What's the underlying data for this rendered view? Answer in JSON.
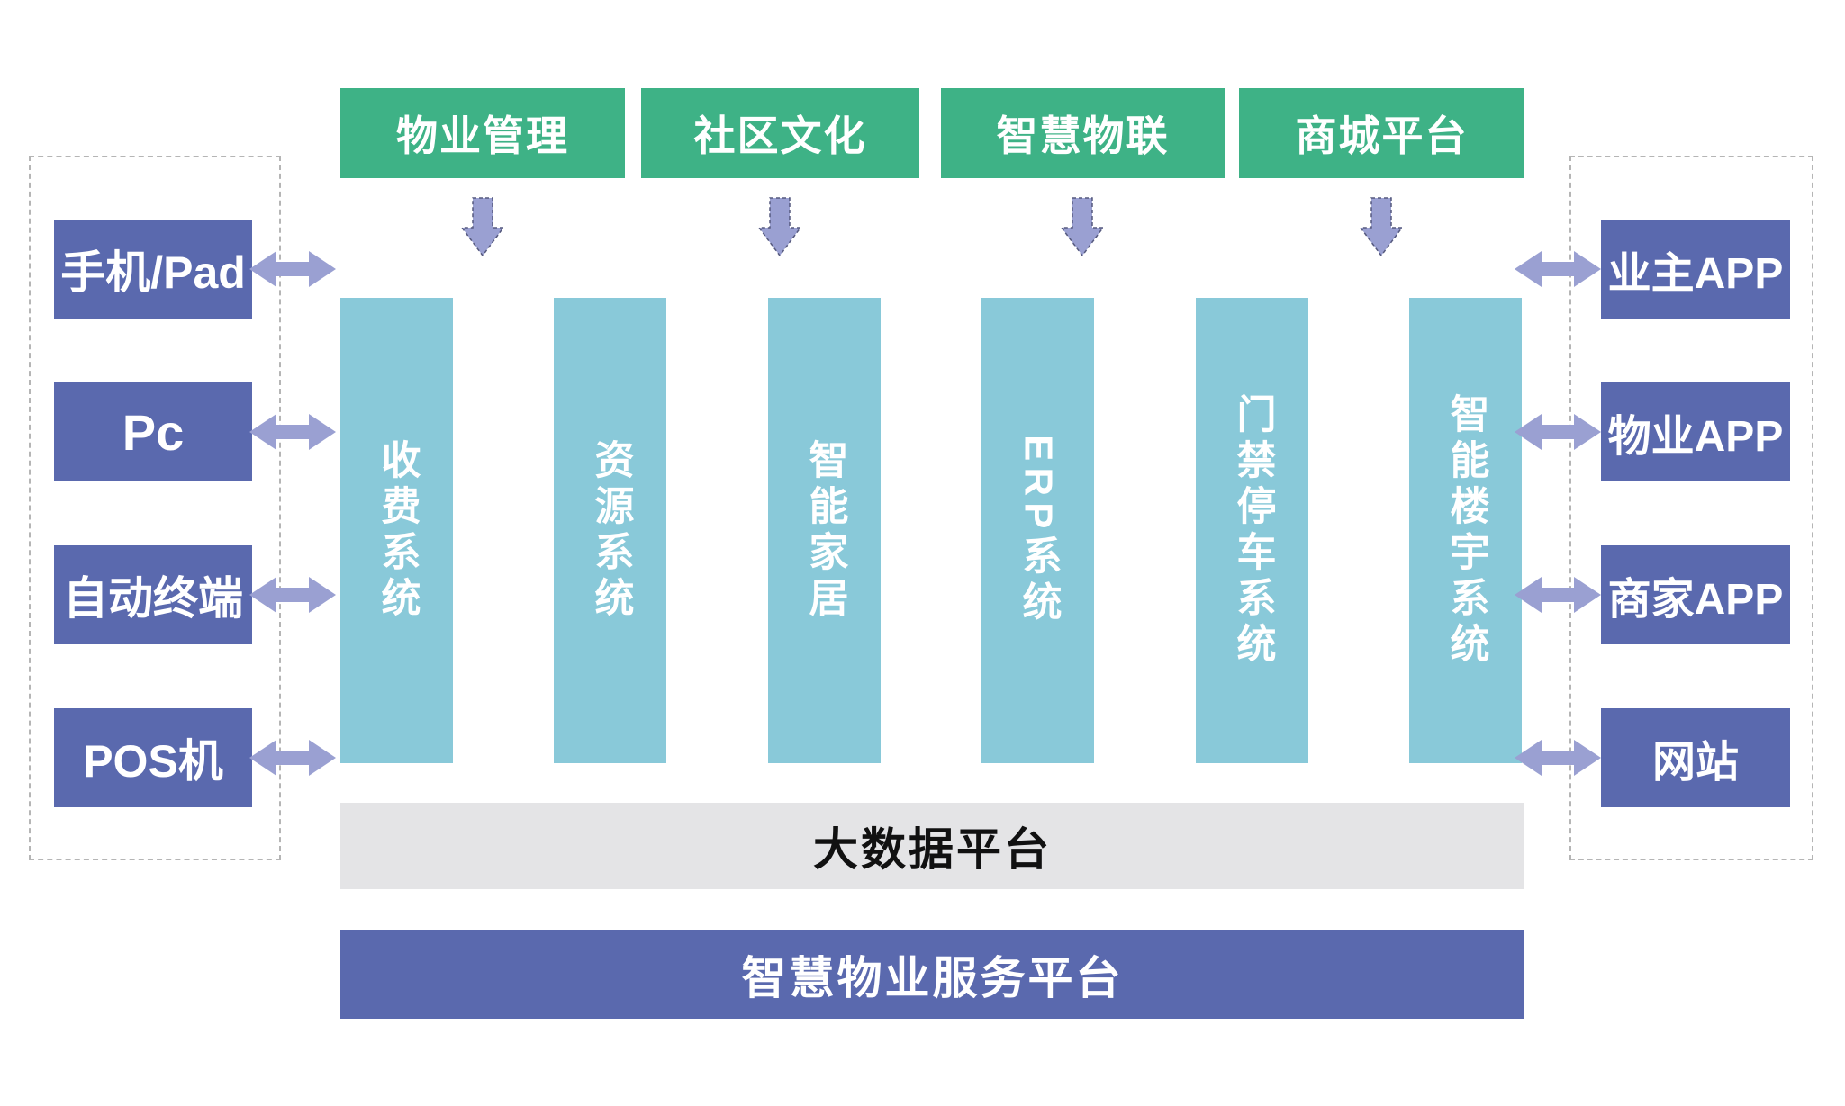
{
  "top_modules": [
    {
      "label": "物业管理"
    },
    {
      "label": "社区文化"
    },
    {
      "label": "智慧物联"
    },
    {
      "label": "商城平台"
    }
  ],
  "terminals": [
    {
      "label": "手机/Pad"
    },
    {
      "label": "Pc"
    },
    {
      "label": "自动终端"
    },
    {
      "label": "POS机"
    }
  ],
  "systems": [
    {
      "label": "收费系统"
    },
    {
      "label": "资源系统"
    },
    {
      "label": "智能家居"
    },
    {
      "label": "ERP系统"
    },
    {
      "label": "门禁停车系统"
    },
    {
      "label": "智能楼宇系统"
    }
  ],
  "apps": [
    {
      "label": "业主APP"
    },
    {
      "label": "物业APP"
    },
    {
      "label": "商家APP"
    },
    {
      "label": "网站"
    }
  ],
  "platforms": {
    "big_data": "大数据平台",
    "service": "智慧物业服务平台"
  },
  "colors": {
    "module_green": "#3eb286",
    "system_teal": "#89c9d9",
    "node_purple": "#5a69ae",
    "arrow_purple": "#9aa0d2",
    "big_data_gray": "#e4e4e6",
    "dashed_border_gray": "#b5b5b5"
  }
}
